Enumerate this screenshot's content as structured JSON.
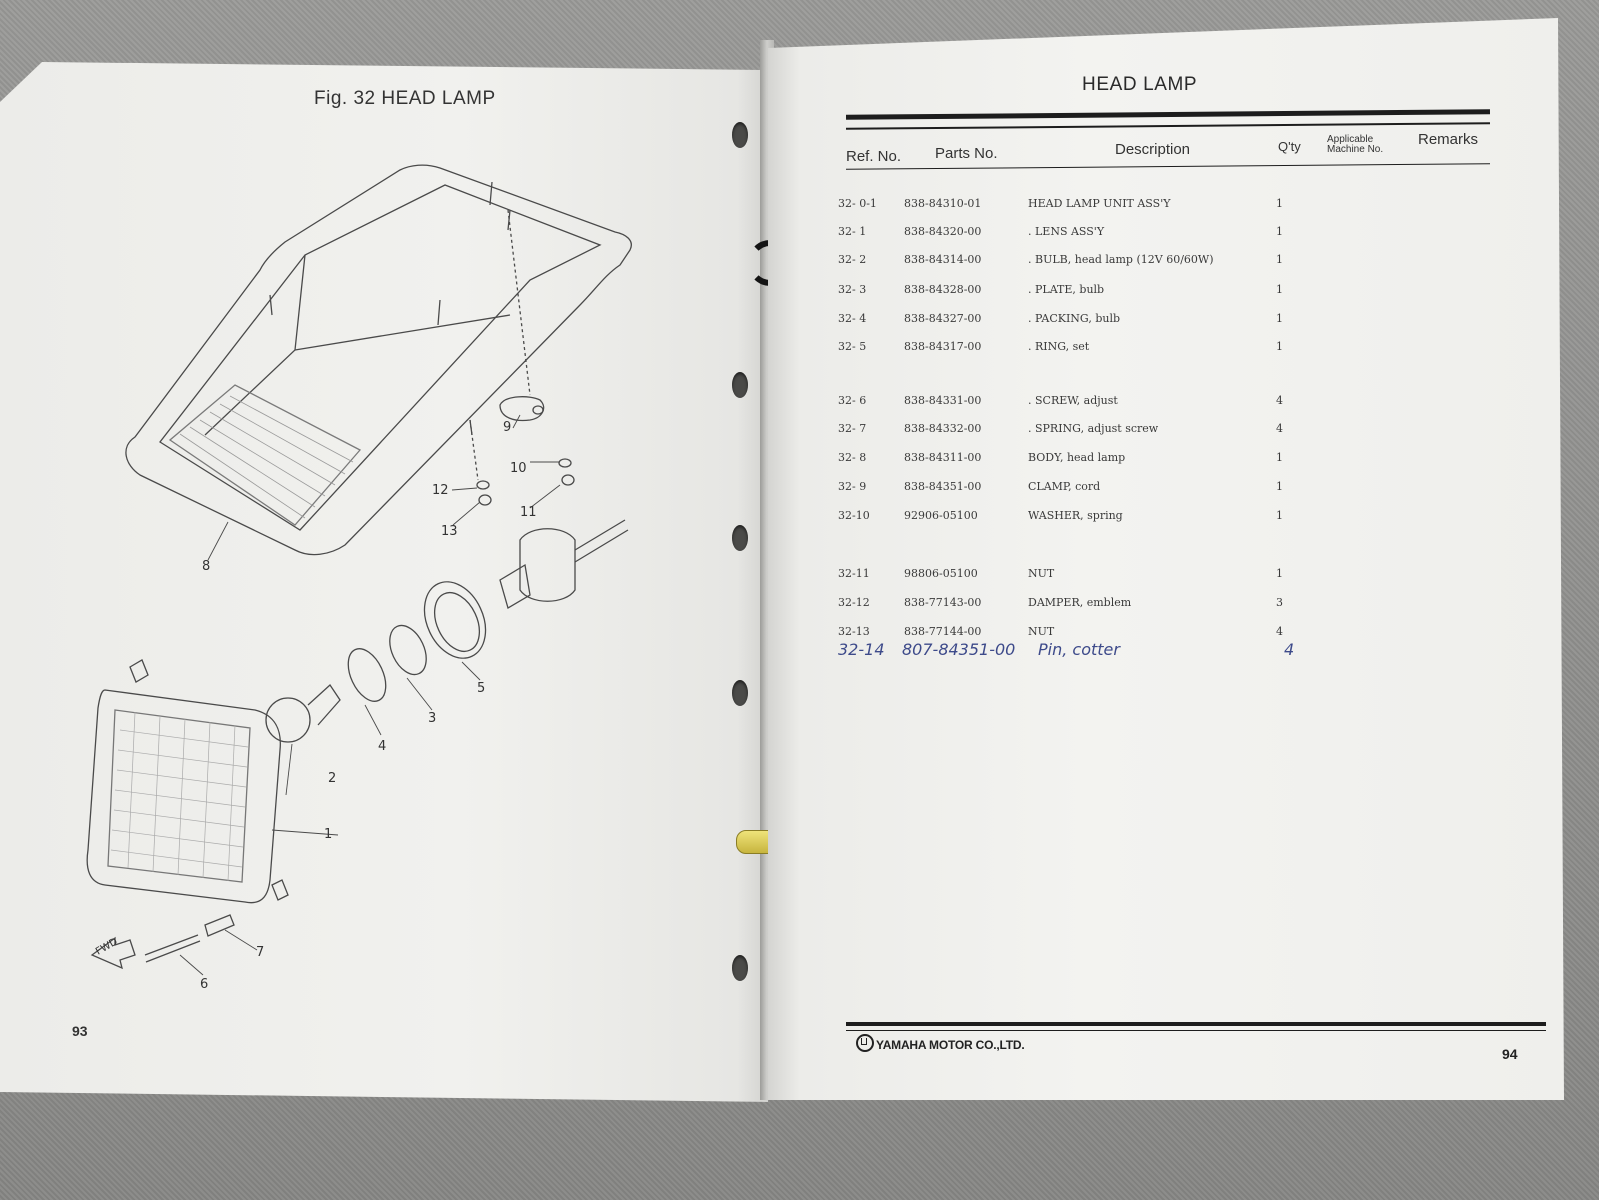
{
  "left_page": {
    "figure_title": "Fig. 32  HEAD LAMP",
    "page_number": "93",
    "callouts": [
      "1",
      "2",
      "3",
      "4",
      "5",
      "6",
      "7",
      "8",
      "9",
      "10",
      "11",
      "12",
      "13"
    ],
    "fwd_label": "FWD"
  },
  "right_page": {
    "title": "HEAD LAMP",
    "columns": {
      "ref": "Ref. No.",
      "part": "Parts No.",
      "description": "Description",
      "qty": "Q'ty",
      "applicable": "Applicable Machine No.",
      "remarks": "Remarks"
    },
    "rows": [
      {
        "ref": "32- 0-1",
        "part": "838-84310-01",
        "desc": "HEAD LAMP UNIT ASS'Y",
        "qty": "1"
      },
      {
        "ref": "32- 1",
        "part": "838-84320-00",
        "desc": ". LENS ASS'Y",
        "qty": "1"
      },
      {
        "ref": "32- 2",
        "part": "838-84314-00",
        "desc": ". BULB, head lamp (12V 60/60W)",
        "qty": "1"
      },
      {
        "ref": "32- 3",
        "part": "838-84328-00",
        "desc": ". PLATE, bulb",
        "qty": "1"
      },
      {
        "ref": "32- 4",
        "part": "838-84327-00",
        "desc": ". PACKING, bulb",
        "qty": "1"
      },
      {
        "ref": "32- 5",
        "part": "838-84317-00",
        "desc": ". RING, set",
        "qty": "1"
      },
      {
        "ref": "32- 6",
        "part": "838-84331-00",
        "desc": ". SCREW, adjust",
        "qty": "4"
      },
      {
        "ref": "32- 7",
        "part": "838-84332-00",
        "desc": ". SPRING, adjust screw",
        "qty": "4"
      },
      {
        "ref": "32- 8",
        "part": "838-84311-00",
        "desc": "BODY, head lamp",
        "qty": "1"
      },
      {
        "ref": "32- 9",
        "part": "838-84351-00",
        "desc": "CLAMP, cord",
        "qty": "1"
      },
      {
        "ref": "32-10",
        "part": "92906-05100",
        "desc": "WASHER, spring",
        "qty": "1"
      },
      {
        "ref": "32-11",
        "part": "98806-05100",
        "desc": "NUT",
        "qty": "1"
      },
      {
        "ref": "32-12",
        "part": "838-77143-00",
        "desc": "DAMPER, emblem",
        "qty": "3"
      },
      {
        "ref": "32-13",
        "part": "838-77144-00",
        "desc": "NUT",
        "qty": "4"
      }
    ],
    "handwritten_row": {
      "ref": "32-14",
      "part": "807-84351-00",
      "desc": "Pin, cotter",
      "qty": "4"
    },
    "footer_brand": "YAMAHA MOTOR CO.,LTD.",
    "page_number": "94"
  }
}
